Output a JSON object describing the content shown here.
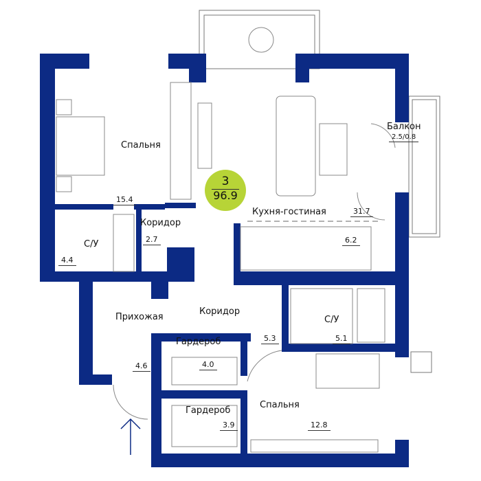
{
  "colors": {
    "wall": "#0c2a84",
    "badge": "#b7d437"
  },
  "summary": {
    "rooms": "3",
    "total_area": "96.9"
  },
  "rooms": [
    {
      "name": "Спальня",
      "area": "15.4"
    },
    {
      "name": "С/У",
      "area": "4.4"
    },
    {
      "name": "Коридор",
      "area": "2.7"
    },
    {
      "name": "Кухня-гостиная",
      "area": "31.7"
    },
    {
      "name": "Балкон",
      "area": "2.5/0.8"
    },
    {
      "name": "Прихожая",
      "area": "4.6"
    },
    {
      "name": "Коридор",
      "area": "5.3"
    },
    {
      "name": "С/У",
      "area": "5.1"
    },
    {
      "name": "Гардероб",
      "area": "4.0"
    },
    {
      "name": "Гардероб",
      "area": "3.9"
    },
    {
      "name": "Спальня",
      "area": "12.8"
    }
  ],
  "kitchen_zone_area": "6.2"
}
